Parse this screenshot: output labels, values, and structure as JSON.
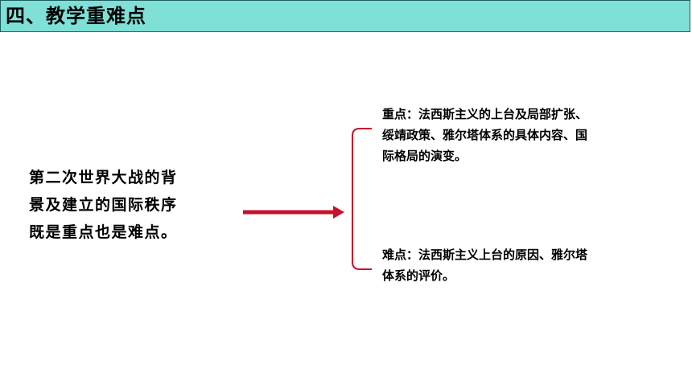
{
  "slide": {
    "title": "四、教学重难点",
    "main_statement": {
      "lines": [
        "第二次世界大战的背",
        "景及建立的国际秩序",
        "既是重点也是难点。"
      ]
    },
    "key_points": {
      "lines": [
        "重点：法西斯主义的上台及局部扩张、",
        "绥靖政策、雅尔塔体系的具体内容、国",
        "际格局的演变。"
      ]
    },
    "difficult_points": {
      "lines": [
        "难点：法西斯主义上台的原因、雅尔塔",
        "体系的评价。"
      ]
    },
    "colors": {
      "title_bar": "#7ee0d6",
      "arrow": "#c8102e",
      "bracket": "#c8102e"
    }
  }
}
